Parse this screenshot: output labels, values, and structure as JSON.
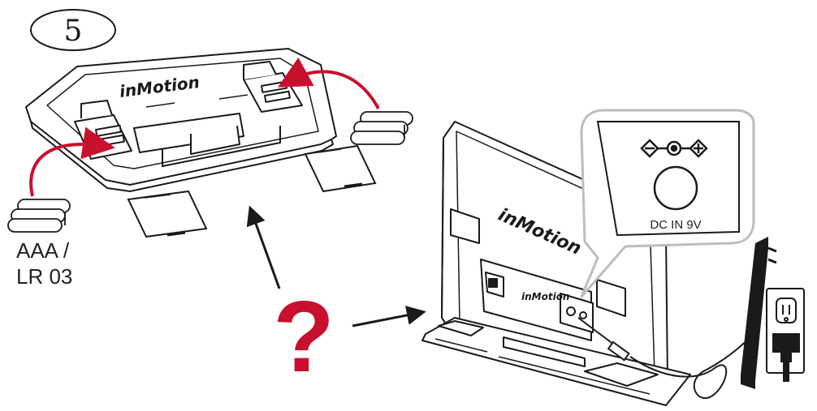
{
  "step": {
    "number": "5"
  },
  "battery": {
    "line1": "AAA /",
    "line2": "LR 03"
  },
  "brand": {
    "logo": "inMotion"
  },
  "power": {
    "label": "DC IN 9V"
  },
  "question": {
    "mark": "?"
  },
  "colors": {
    "accent_red": "#c8102e",
    "line": "#1a1a1a",
    "callout_stroke": "#bdbdbd"
  },
  "icons": {
    "arrow_left": "curved-arrow-icon",
    "arrow_right": "curved-arrow-icon",
    "polarity": "polarity-symbol-icon",
    "plug": "power-adapter-icon",
    "outlet": "wall-outlet-icon"
  }
}
